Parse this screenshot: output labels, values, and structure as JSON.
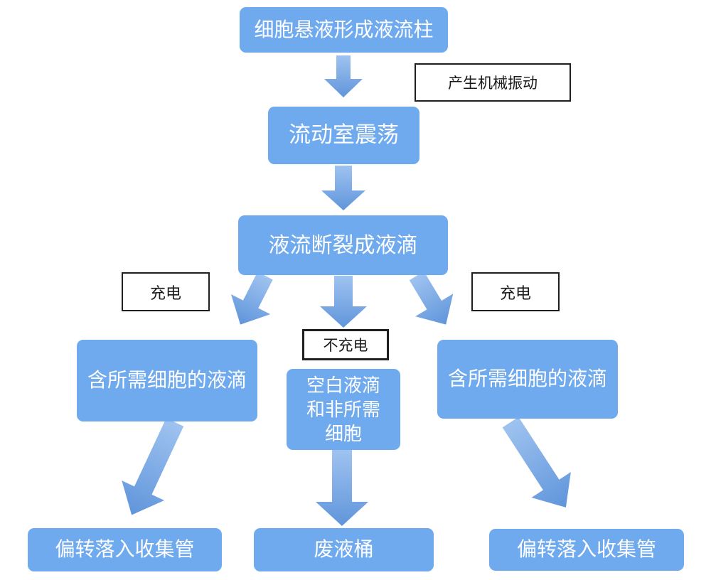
{
  "diagram": {
    "colors": {
      "box_fill": "#6FAAEF",
      "box_text": "#FFFFFF",
      "arrow_top": "#9FC3F0",
      "arrow_bottom": "#6095DB",
      "label_border": "#1F1F1F",
      "label_text": "#1A1A1A"
    },
    "nodes": {
      "suspension": {
        "label": "细胞悬液形成液流柱"
      },
      "flow_chamber": {
        "label": "流动室震荡"
      },
      "breakup": {
        "label": "液流断裂成液滴"
      },
      "left_droplet": {
        "label": "含所需细胞的液滴"
      },
      "middle_droplet": {
        "label": "空白液滴\n和非所需\n细胞"
      },
      "right_droplet": {
        "label": "含所需细胞的液滴"
      },
      "left_collect": {
        "label": "偏转落入收集管"
      },
      "waste": {
        "label": "废液桶"
      },
      "right_collect": {
        "label": "偏转落入收集管"
      }
    },
    "annotations": {
      "vibration": {
        "label": "产生机械振动"
      },
      "charge_left": {
        "label": "充电"
      },
      "no_charge": {
        "label": "不充电"
      },
      "charge_right": {
        "label": "充电"
      }
    }
  }
}
